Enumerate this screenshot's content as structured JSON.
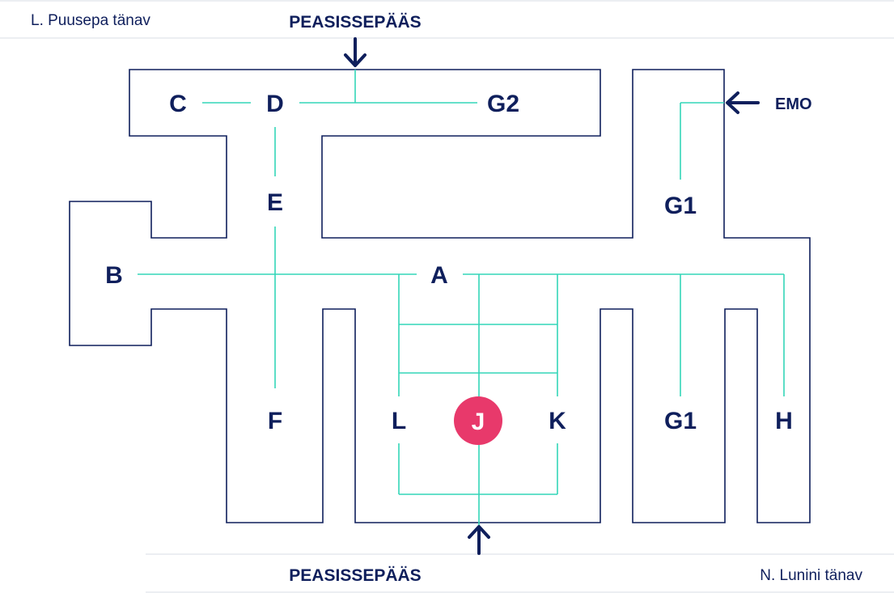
{
  "streets": {
    "top_left": "L. Puusepa tänav",
    "bottom_right": "N. Lunini tänav"
  },
  "entrances": {
    "top": "PEASISSEPÄÄS",
    "bottom": "PEASISSEPÄÄS",
    "emo": "EMO"
  },
  "nodes": {
    "c": "C",
    "d": "D",
    "g2": "G2",
    "e": "E",
    "g1_top": "G1",
    "b": "B",
    "a": "A",
    "f": "F",
    "l": "L",
    "j": "J",
    "k": "K",
    "g1_bottom": "G1",
    "h": "H"
  },
  "colors": {
    "walls": "#0f1f5c",
    "routes": "#33d6b8",
    "highlight": "#e8396b",
    "text": "#0f1f5c"
  }
}
